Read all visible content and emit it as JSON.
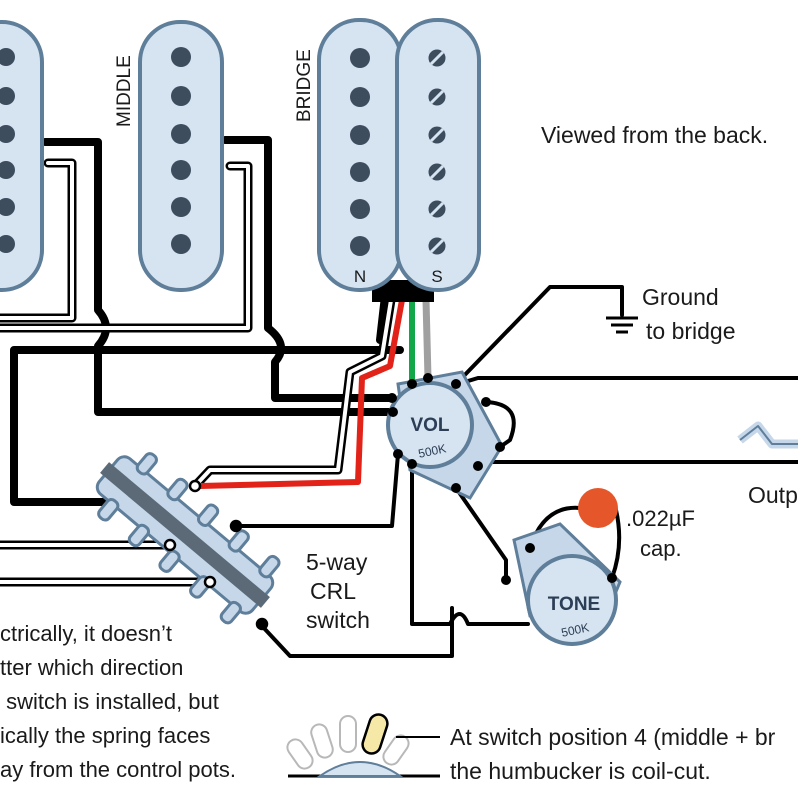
{
  "labels": {
    "middle": "MIDDLE",
    "bridge": "BRIDGE",
    "coil_n": "N",
    "coil_s": "S",
    "viewed": "Viewed from the back.",
    "ground_line1": "Ground",
    "ground_line2": "to bridge",
    "vol": "VOL",
    "vol_value": "500K",
    "tone": "TONE",
    "tone_value": "500K",
    "cap_line1": ".022µF",
    "cap_line2": "cap.",
    "output": "Outp",
    "switch_line1": "5-way",
    "switch_line2": "CRL",
    "switch_line3": "switch",
    "note_lines": [
      "ctrically, it doesn’t",
      "tter which direction",
      " switch is installed, but",
      "ically the spring faces",
      "ay from the control pots."
    ],
    "pos4_line1": "At switch position 4 (middle + br",
    "pos4_line2": "the humbucker is coil-cut."
  },
  "colors": {
    "pickup_fill": "#d6e4f1",
    "pickup_stroke": "#5e7e9a",
    "pole": "#3d4d5e",
    "switch_fill": "#c5d7e9",
    "switch_bar": "#5c6a78",
    "wire_black": "#000000",
    "wire_red": "#e2231a",
    "wire_green": "#12a84a",
    "wire_gray": "#a0a0a0",
    "capacitor": "#e5572a",
    "pot_label": "#2c3e55"
  }
}
